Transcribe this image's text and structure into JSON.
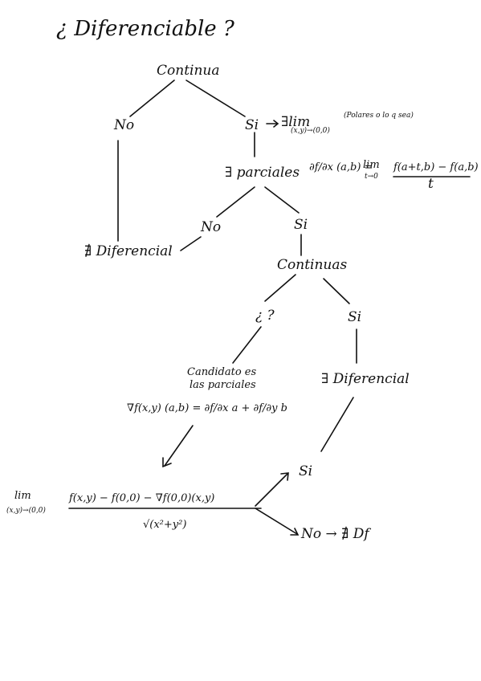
{
  "title": "¿ Diferenciable ?",
  "nodes": {
    "continua": "Continua",
    "no_top": "No",
    "si_top": "Si",
    "limit_polar_lim": "∃lim",
    "limit_polar_sub": "(x,y)→(0,0)",
    "polar_note": "(Polares o lo q sea)",
    "exists_partials": "∃ parciales",
    "partial_formula_left": "∂f/∂x (a,b) =",
    "partial_formula_lim": "lim",
    "partial_formula_lim_sub": "t→0",
    "partial_formula_num": "f(a+t,b) − f(a,b)",
    "partial_formula_den": "t",
    "not_differentiable": "∄ Diferencial",
    "no_mid": "No",
    "si_mid": "Si",
    "continuas": "Continuas",
    "question": "¿ ?",
    "si_right": "Si",
    "candidate_line1": "Candidato es",
    "candidate_line2": "las parciales",
    "gradient_formula": "∇f(x,y) (a,b) = ∂f/∂x a + ∂f/∂y b",
    "exists_diferencial": "∃ Diferencial",
    "si_bottom": "Si",
    "no_bottom": "No → ∄ Df",
    "final_lim": "lim",
    "final_lim_sub": "(x,y)→(0,0)",
    "final_num": "f(x,y) − f(0,0) − ∇f(0,0)(x,y)",
    "final_den": "√(x²+y²)"
  }
}
